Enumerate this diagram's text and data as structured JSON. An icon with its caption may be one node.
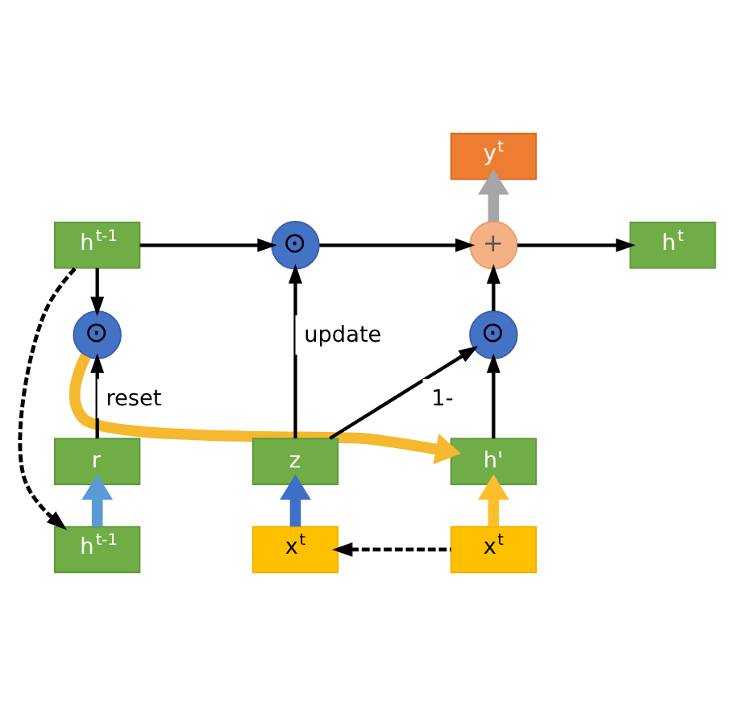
{
  "diagram": {
    "nodes": [
      {
        "text": [
          "y$^{t}$"
        ]
      },
      {
        "text": [
          "h$^{t-1}$"
        ]
      },
      {
        "text": [
          "⊙"
        ]
      },
      {
        "text": [
          "+"
        ]
      },
      {
        "text": [
          "h$^{t}$"
        ]
      },
      {
        "text": [
          "⊙"
        ]
      },
      {
        "text": [
          "⊙"
        ]
      },
      {
        "text": [
          "r"
        ]
      },
      {
        "text": [
          "z"
        ]
      },
      {
        "text": [
          "h'"
        ]
      },
      {
        "text": [
          "h$^{t-1}$"
        ]
      },
      {
        "text": [
          "x$^{t}$"
        ]
      },
      {
        "text": [
          "x$^{t}$"
        ]
      }
    ],
    "edges": [
      {
        "from": 3,
        "to": 0,
        "arrow": "to",
        "style": "thick",
        "color": "#a6a6a6"
      },
      {
        "from": 1,
        "to": 2,
        "arrow": "to"
      },
      {
        "from": 1,
        "to": 5,
        "arrow": "to"
      },
      {
        "from": 2,
        "to": 3,
        "arrow": "to"
      },
      {
        "from": 3,
        "to": 4,
        "arrow": "to"
      },
      {
        "from": 1,
        "to": 10,
        "arrow": "to",
        "style": "dashed"
      },
      {
        "from": 5,
        "to": 9,
        "arrow": "to",
        "style": "thick",
        "color": "#f5b82e"
      },
      {
        "from": 8,
        "to": 6,
        "arrow": "to",
        "label": "1-"
      },
      {
        "from": 6,
        "to": 3,
        "arrow": "to"
      },
      {
        "from": 7,
        "to": 5,
        "arrow": "to",
        "label": "reset"
      },
      {
        "from": 8,
        "to": 2,
        "arrow": "to",
        "label": "update"
      },
      {
        "from": 9,
        "to": 6,
        "arrow": "to"
      },
      {
        "from": 10,
        "to": 7,
        "arrow": "to",
        "style": "thick",
        "color": "#5b9bd5"
      },
      {
        "from": 11,
        "to": 8,
        "arrow": "to",
        "style": "thick",
        "color": "#3f6fc8"
      },
      {
        "from": 12,
        "to": 9,
        "arrow": "to",
        "style": "thick",
        "color": "#fbbf2d"
      },
      {
        "from": 12,
        "to": 11,
        "arrow": "to",
        "style": "dashed"
      }
    ]
  }
}
